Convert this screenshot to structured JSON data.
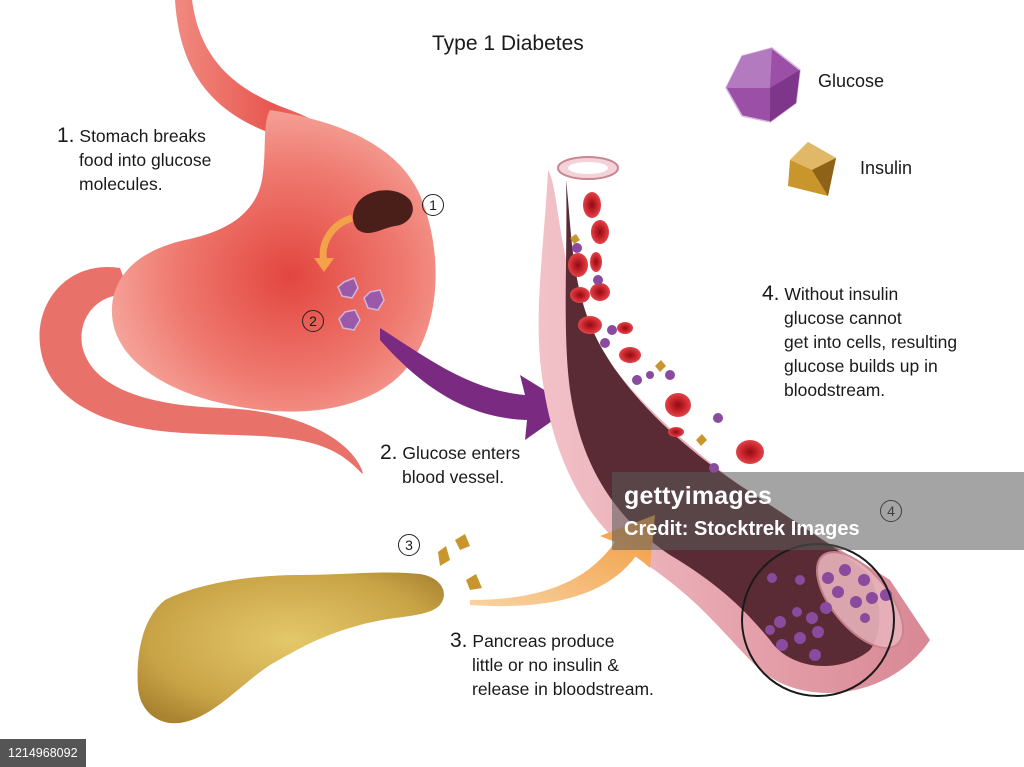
{
  "title": "Type 1 Diabetes",
  "legend": {
    "glucose": {
      "label": "Glucose",
      "color": "#9b4fa6",
      "icon": "glucose-molecule-icon"
    },
    "insulin": {
      "label": "Insulin",
      "color": "#b8862b",
      "icon": "insulin-molecule-icon"
    }
  },
  "markers": [
    "1",
    "2",
    "3",
    "4"
  ],
  "steps": [
    {
      "num": "1.",
      "lines": [
        "Stomach breaks",
        "food into glucose",
        "molecules."
      ]
    },
    {
      "num": "2.",
      "lines": [
        "Glucose enters",
        "blood vessel."
      ]
    },
    {
      "num": "3.",
      "lines": [
        "Pancreas produce",
        "little or no insulin &",
        "release in bloodstream."
      ]
    },
    {
      "num": "4.",
      "lines": [
        "Without insulin",
        "glucose cannot",
        "get into cells, resulting",
        "glucose builds up in",
        "bloodstream."
      ]
    }
  ],
  "colors": {
    "stomach": "#e8605a",
    "vessel": "#d98a95",
    "blood_cell": "#c51b22",
    "arrow_purple": "#7a2a80",
    "arrow_orange": "#f2a24a",
    "pancreas": "#c9a64a"
  },
  "watermark": {
    "brand": "gettyimages",
    "credit": "Credit: Stocktrek Images"
  },
  "image_number": "1214968092"
}
